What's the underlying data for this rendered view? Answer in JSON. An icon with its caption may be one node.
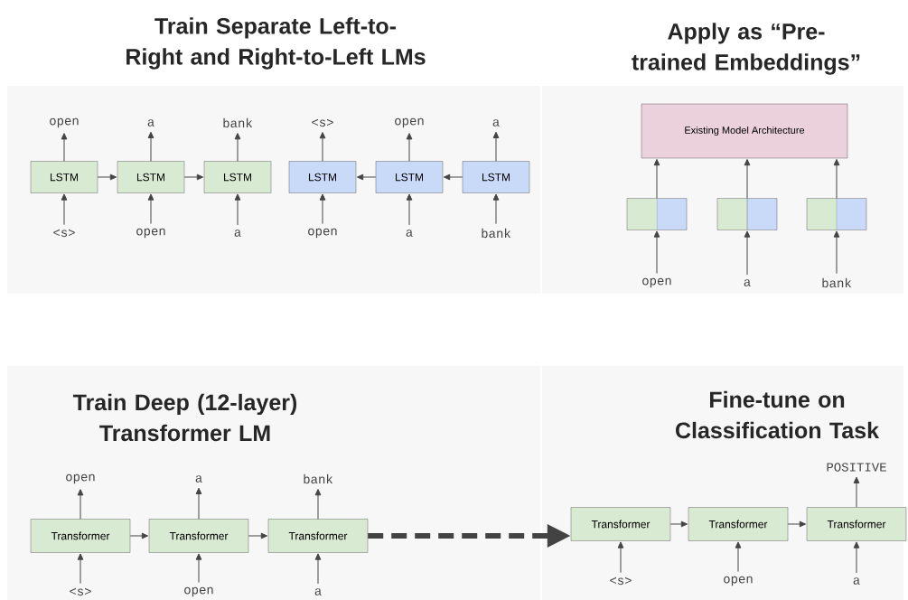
{
  "diagram": {
    "nodes": [
      {
        "text": [
          "LSTM"
        ]
      },
      {
        "text": [
          "LSTM"
        ]
      },
      {
        "text": [
          "LSTM"
        ]
      },
      {
        "text": [
          "LSTM"
        ]
      },
      {
        "text": [
          "LSTM"
        ]
      },
      {
        "text": [
          "LSTM"
        ]
      },
      {
        "text": [
          "open"
        ]
      },
      {
        "text": [
          "a"
        ]
      },
      {
        "text": [
          "bank"
        ]
      },
      {
        "text": [
          "<s>"
        ]
      },
      {
        "text": [
          "open"
        ]
      },
      {
        "text": [
          "a"
        ]
      },
      {
        "text": [
          "<s>"
        ]
      },
      {
        "text": [
          "open"
        ]
      },
      {
        "text": [
          "a"
        ]
      },
      {
        "text": [
          "open"
        ]
      },
      {
        "text": [
          "a"
        ]
      },
      {
        "text": [
          "bank"
        ]
      },
      {
        "text": [
          "Existing Model Architecture"
        ]
      },
      {
        "text": [],
        "shape": "box"
      },
      {
        "text": [],
        "shape": "box"
      },
      {
        "text": [],
        "shape": "box"
      },
      {
        "text": [
          "open"
        ]
      },
      {
        "text": [
          "a"
        ]
      },
      {
        "text": [
          "bank"
        ]
      },
      {
        "text": [
          "Transformer"
        ]
      },
      {
        "text": [
          "Transformer"
        ]
      },
      {
        "text": [
          "Transformer"
        ]
      },
      {
        "text": [
          "open"
        ]
      },
      {
        "text": [
          "a"
        ]
      },
      {
        "text": [
          "bank"
        ]
      },
      {
        "text": [
          "<s>"
        ]
      },
      {
        "text": [
          "open"
        ]
      },
      {
        "text": [
          "a"
        ]
      },
      {
        "text": [
          "Transformer"
        ]
      },
      {
        "text": [
          "Transformer"
        ]
      },
      {
        "text": [
          "Transformer"
        ]
      },
      {
        "text": [
          "POSITIVE"
        ]
      },
      {
        "text": [
          "<s>"
        ]
      },
      {
        "text": [
          "open"
        ]
      },
      {
        "text": [
          "a"
        ]
      }
    ],
    "edges": [
      {
        "from": 0,
        "to": 1,
        "arrow": "to"
      },
      {
        "from": 1,
        "to": 2,
        "arrow": "to"
      },
      {
        "from": 5,
        "to": 4,
        "arrow": "to"
      },
      {
        "from": 4,
        "to": 3,
        "arrow": "to"
      },
      {
        "from": 12,
        "to": 0,
        "arrow": "to"
      },
      {
        "from": 13,
        "to": 1,
        "arrow": "to"
      },
      {
        "from": 14,
        "to": 2,
        "arrow": "to"
      },
      {
        "from": 15,
        "to": 3,
        "arrow": "to"
      },
      {
        "from": 16,
        "to": 4,
        "arrow": "to"
      },
      {
        "from": 17,
        "to": 5,
        "arrow": "to"
      },
      {
        "from": 0,
        "to": 6,
        "arrow": "to"
      },
      {
        "from": 1,
        "to": 7,
        "arrow": "to"
      },
      {
        "from": 2,
        "to": 8,
        "arrow": "to"
      },
      {
        "from": 3,
        "to": 9,
        "arrow": "to"
      },
      {
        "from": 4,
        "to": 10,
        "arrow": "to"
      },
      {
        "from": 5,
        "to": 11,
        "arrow": "to"
      },
      {
        "from": 22,
        "to": 19,
        "arrow": "to"
      },
      {
        "from": 23,
        "to": 20,
        "arrow": "to"
      },
      {
        "from": 24,
        "to": 21,
        "arrow": "to"
      },
      {
        "from": 19,
        "to": 18,
        "arrow": "to"
      },
      {
        "from": 20,
        "to": 18,
        "arrow": "to"
      },
      {
        "from": 21,
        "to": 18,
        "arrow": "to"
      },
      {
        "from": 25,
        "to": 26,
        "arrow": "to"
      },
      {
        "from": 26,
        "to": 27,
        "arrow": "to"
      },
      {
        "from": 31,
        "to": 25,
        "arrow": "to"
      },
      {
        "from": 32,
        "to": 26,
        "arrow": "to"
      },
      {
        "from": 33,
        "to": 27,
        "arrow": "to"
      },
      {
        "from": 25,
        "to": 28,
        "arrow": "to"
      },
      {
        "from": 26,
        "to": 29,
        "arrow": "to"
      },
      {
        "from": 27,
        "to": 30,
        "arrow": "to"
      },
      {
        "from": 27,
        "to": 34,
        "arrow": "to",
        "style": "dashed"
      },
      {
        "from": 34,
        "to": 35,
        "arrow": "to"
      },
      {
        "from": 35,
        "to": 36,
        "arrow": "to"
      },
      {
        "from": 38,
        "to": 34,
        "arrow": "to"
      },
      {
        "from": 39,
        "to": 35,
        "arrow": "to"
      },
      {
        "from": 40,
        "to": 36,
        "arrow": "to"
      },
      {
        "from": 36,
        "to": 37,
        "arrow": "to"
      }
    ],
    "labels": [
      "Train Separate Left-to-Right and Right-to-Left LMs",
      "Apply as “Pre-trained Embeddings”",
      "Train Deep (12-layer) Transformer LM",
      "Fine-tune on Classification Task"
    ]
  }
}
